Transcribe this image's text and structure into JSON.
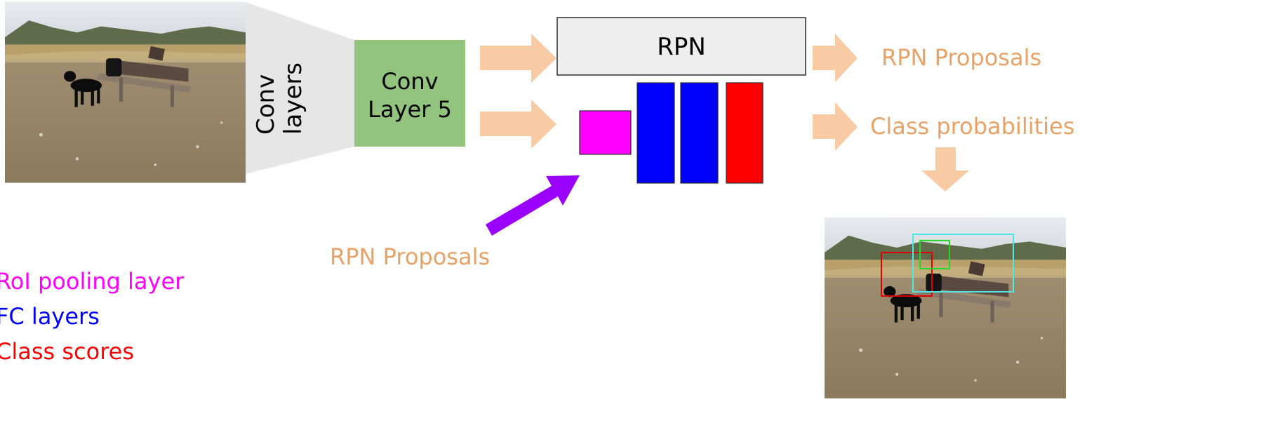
{
  "colors": {
    "arrow": "#f8cba4",
    "arrow_text": "#e9a265",
    "roi": "#ff00ff",
    "fc": "#0000ff",
    "class": "#ff0000",
    "conv5": "#93c47d",
    "trapezoid": "#e6e6e6",
    "rpn_box": "#eeeeee",
    "proposal_arrow": "#9b00ff",
    "box_red": "#e00000",
    "box_green": "#21d721",
    "box_cyan": "#4de7e7"
  },
  "labels": {
    "conv_layers": "Conv layers",
    "conv_layers_line1": "Conv",
    "conv_layers_line2": "layers",
    "conv_layer5_line1": "Conv",
    "conv_layer5_line2": "Layer 5",
    "rpn": "RPN",
    "rpn_proposals_out": "RPN Proposals",
    "class_probabilities": "Class probabilities",
    "rpn_proposals_in": "RPN Proposals"
  },
  "legend": {
    "roi": "RoI pooling layer",
    "fc": "FC layers",
    "class_scores": "Class scores"
  },
  "icons": {
    "input_image": "dog-bench-photo",
    "output_image": "dog-bench-photo-with-detections"
  }
}
